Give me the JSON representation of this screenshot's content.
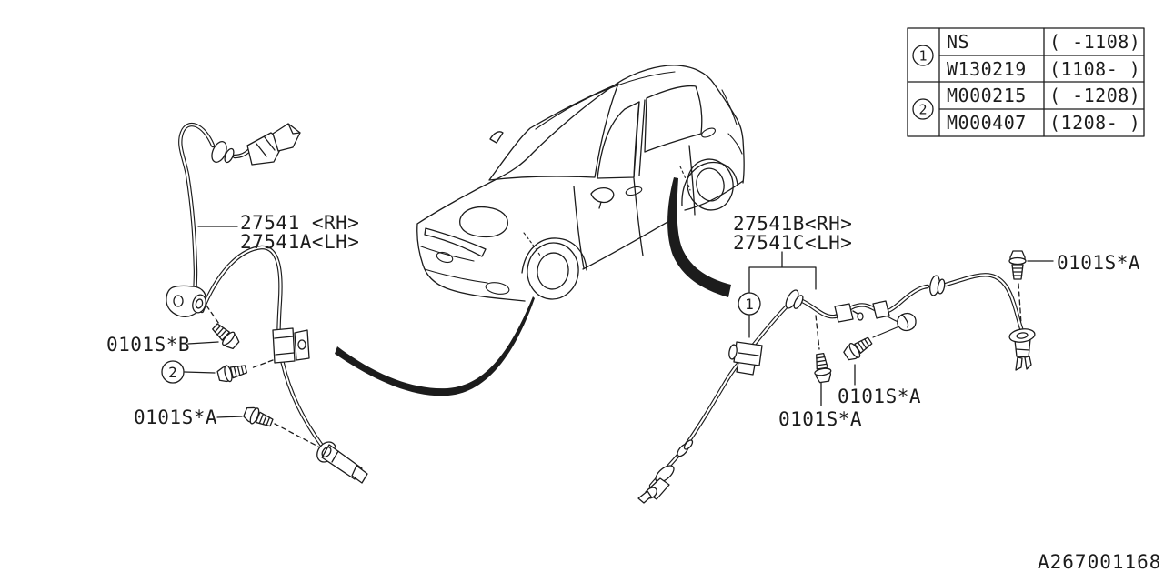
{
  "diagram": {
    "code": "A267001168",
    "colors": {
      "ink": "#1c1c1c",
      "background": "#ffffff"
    },
    "front_assembly": {
      "part_label_rh": "27541 <RH>",
      "part_label_lh": "27541A<LH>",
      "bolt_label_b": "0101S*B",
      "bolt_label_a": "0101S*A",
      "callout_ref": "2"
    },
    "rear_assembly": {
      "part_label_rh": "27541B<RH>",
      "part_label_lh": "27541C<LH>",
      "callout_ref": "1",
      "bolt_label_a_upper": "0101S*A",
      "bolt_label_a_mid": "0101S*A",
      "bolt_label_a_lower": "0101S*A"
    },
    "applicability_table": {
      "groups": [
        {
          "ref": "1",
          "rows": [
            {
              "part_no": "NS",
              "date_range": "( -1108)"
            },
            {
              "part_no": "W130219",
              "date_range": "(1108- )"
            }
          ]
        },
        {
          "ref": "2",
          "rows": [
            {
              "part_no": "M000215",
              "date_range": "( -1208)"
            },
            {
              "part_no": "M000407",
              "date_range": "(1208- )"
            }
          ]
        }
      ]
    }
  }
}
